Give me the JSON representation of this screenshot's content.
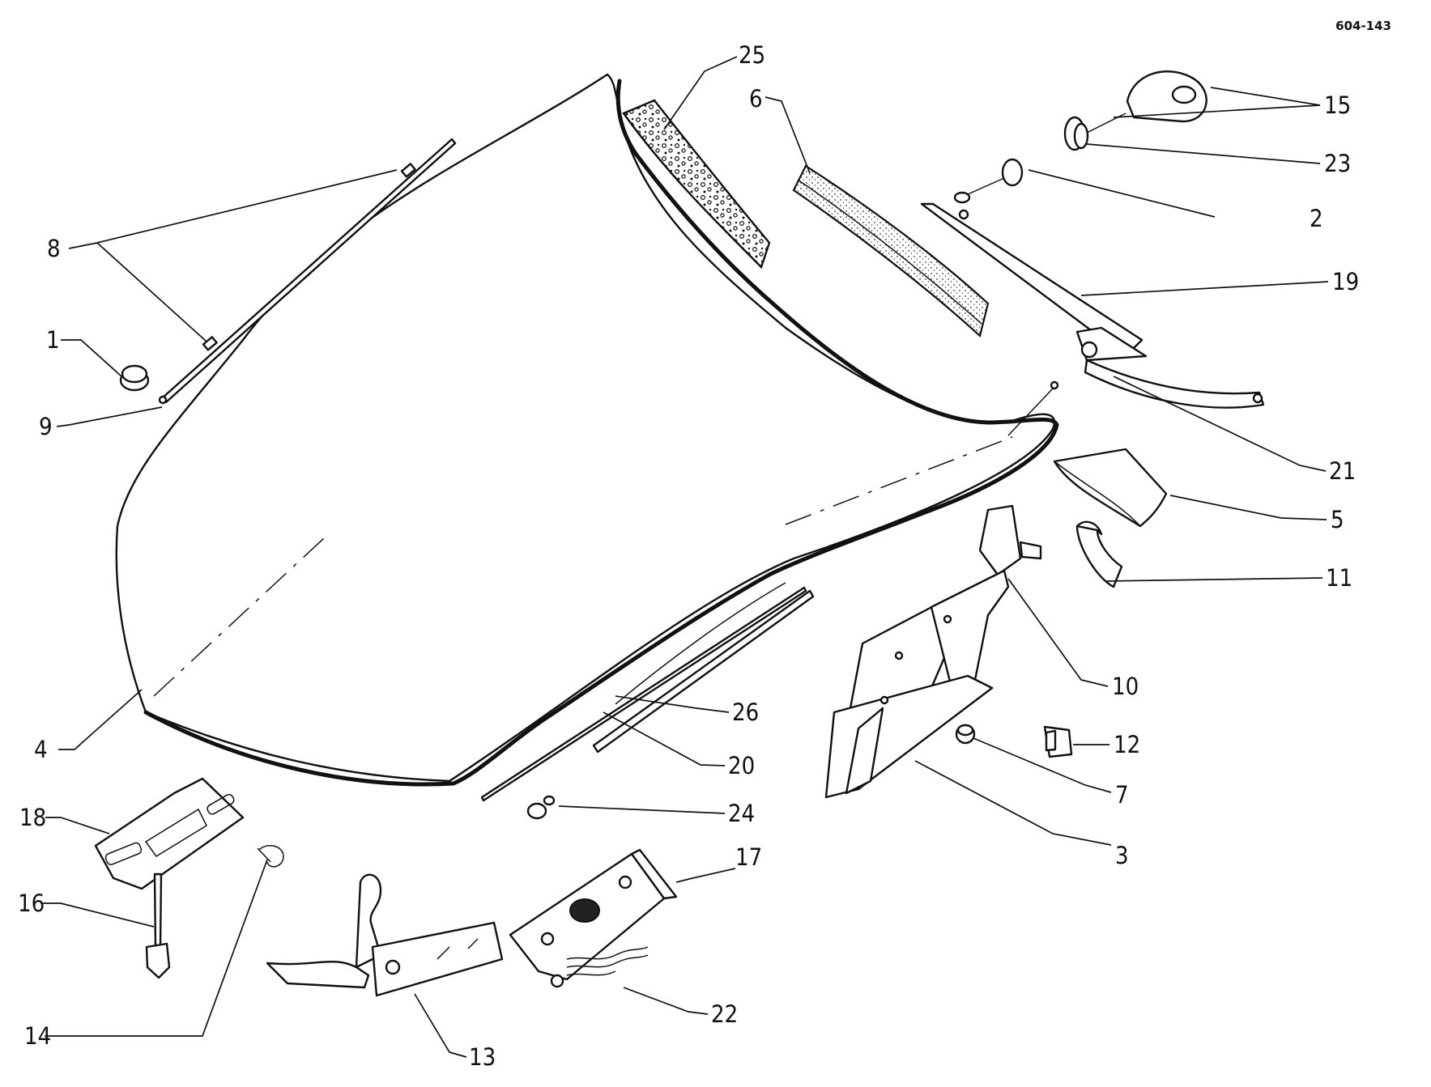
{
  "drawing_code": "604-143",
  "labels": [
    "1",
    "2",
    "3",
    "4",
    "5",
    "6",
    "7",
    "8",
    "9",
    "10",
    "11",
    "12",
    "13",
    "14",
    "15",
    "16",
    "17",
    "18",
    "19",
    "20",
    "21",
    "22",
    "23",
    "24",
    "25",
    "26"
  ]
}
